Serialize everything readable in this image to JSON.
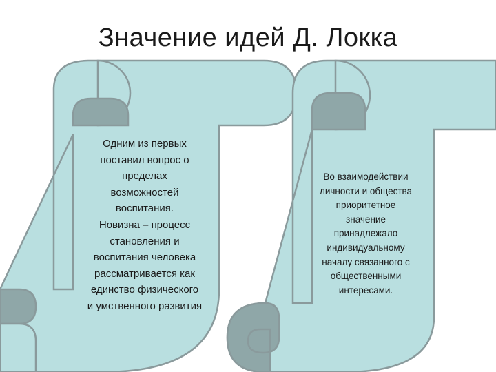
{
  "slide": {
    "title": "Значение идей Д. Локка"
  },
  "colors": {
    "scroll_fill": "#b9dfe0",
    "scroll_curl": "#8fa7a8",
    "scroll_stroke": "#8a9a9c"
  },
  "left_scroll": {
    "lines": [
      "Одним из первых",
      "поставил вопрос о",
      "пределах",
      "возможностей",
      "воспитания.",
      "Новизна – процесс",
      "становления и",
      "воспитания человека",
      "рассматривается как",
      "единство физического",
      "и умственного развития"
    ]
  },
  "right_scroll": {
    "lines": [
      "Во взаимодействии",
      "личности и общества",
      "приоритетное",
      "значение",
      "принадлежало",
      "индивидуальному",
      "началу связанного с",
      "общественными",
      "интересами."
    ]
  }
}
